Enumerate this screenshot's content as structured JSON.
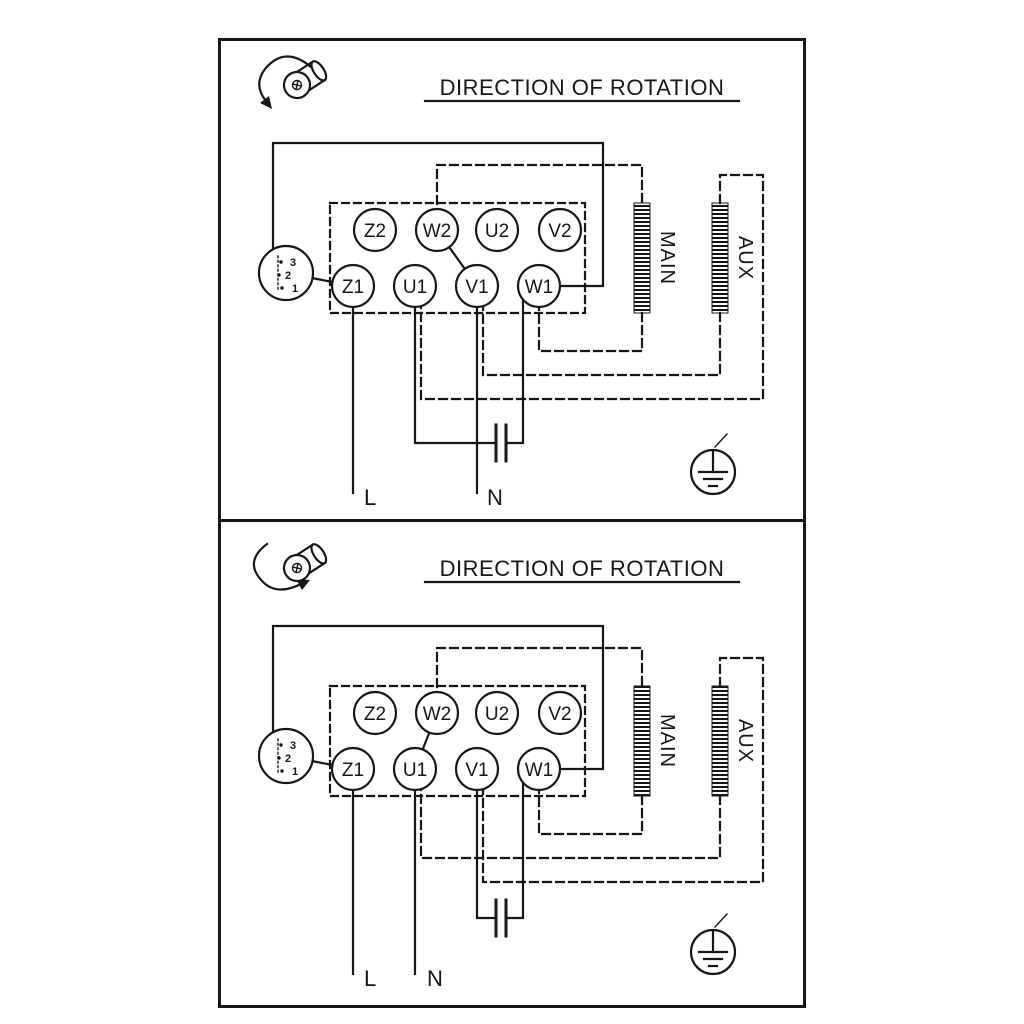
{
  "colors": {
    "ink": "#161616",
    "background": "#ffffff"
  },
  "panels": [
    {
      "title": "DIRECTION OF ROTATION",
      "rotation": "counter-clockwise",
      "terminals_top": [
        "Z2",
        "W2",
        "U2",
        "V2"
      ],
      "terminals_bottom": [
        "Z1",
        "U1",
        "V1",
        "W1"
      ],
      "main_label": "MAIN",
      "aux_label": "AUX",
      "line_label": "L",
      "neutral_label": "N",
      "switch_positions": [
        "3",
        "2",
        "1"
      ]
    },
    {
      "title": "DIRECTION OF ROTATION",
      "rotation": "clockwise",
      "terminals_top": [
        "Z2",
        "W2",
        "U2",
        "V2"
      ],
      "terminals_bottom": [
        "Z1",
        "U1",
        "V1",
        "W1"
      ],
      "main_label": "MAIN",
      "aux_label": "AUX",
      "line_label": "L",
      "neutral_label": "N",
      "switch_positions": [
        "3",
        "2",
        "1"
      ]
    }
  ]
}
